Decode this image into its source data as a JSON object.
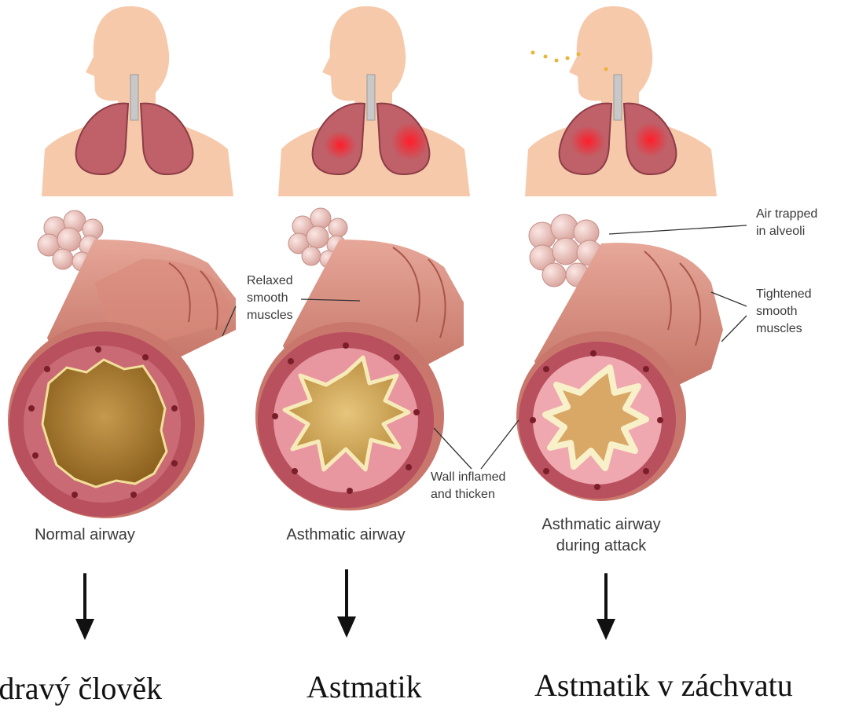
{
  "panels": [
    {
      "label": "Normal airway",
      "caption": "Zdravý člověk",
      "state": "normal"
    },
    {
      "label": "Asthmatic airway",
      "caption": "Astmatik",
      "state": "asthmatic"
    },
    {
      "label": "Asthmatic airway\nduring attack",
      "caption": "Astmatik v záchvatu",
      "state": "attack"
    }
  ],
  "annotations": {
    "relaxed_muscles": "Relaxed\nsmooth\nmuscles",
    "air_trapped": "Air trapped\nin alveoli",
    "tightened_muscles": "Tightened\nsmooth\nmuscles",
    "wall_inflamed": "Wall inflamed\nand thicken"
  },
  "colors": {
    "skin": "#f6c9ab",
    "lung": "#c06068",
    "inflammation": "#e3202a",
    "airway_wall": "#c9776c",
    "mucosa": "#b8505e",
    "lumen_normal": "#a4762a",
    "arrow": "#111111"
  }
}
